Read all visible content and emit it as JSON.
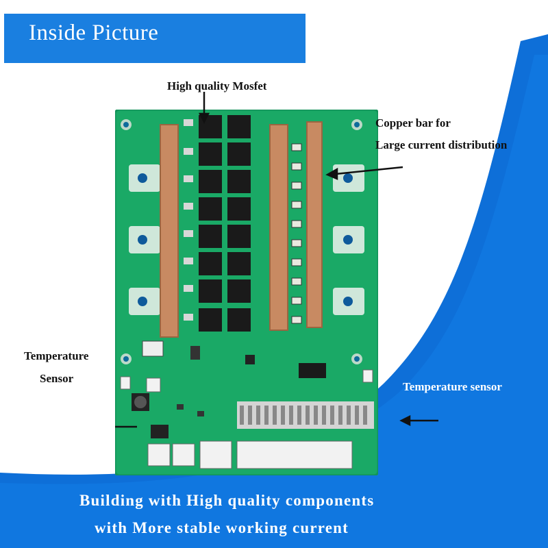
{
  "header": {
    "title": "Inside Picture"
  },
  "labels": {
    "mosfet": "High quality Mosfet",
    "copper_line1": "Copper bar for",
    "copper_line2": "Large current  distribution",
    "temp_left_line1": "Temperature",
    "temp_left_line2": "Sensor",
    "temp_right": "Temperature sensor"
  },
  "footer": {
    "line1": "Building with High quality components",
    "line2": "with More stable working current"
  },
  "colors": {
    "brand_blue": "#1a7fe0",
    "pcb_green": "#19a862",
    "copper": "#c88a62"
  }
}
